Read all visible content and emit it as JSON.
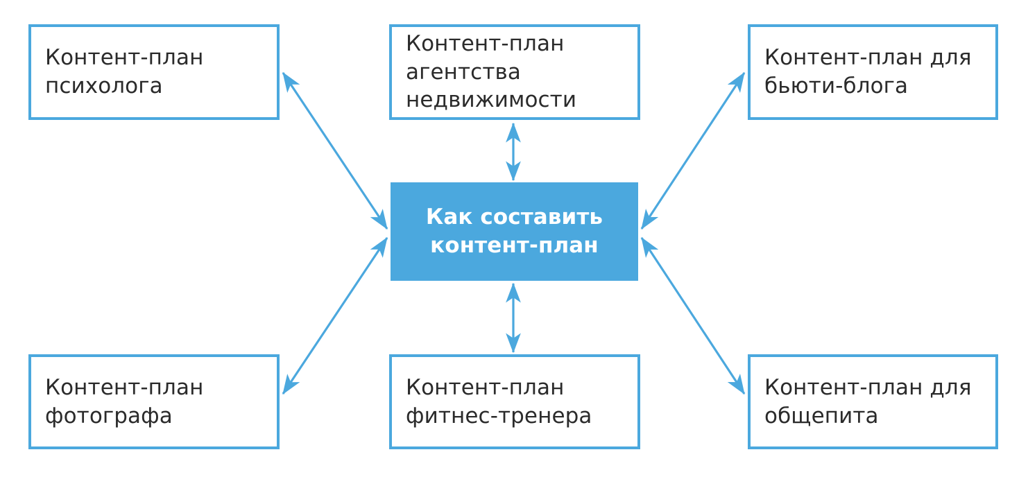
{
  "diagram": {
    "type": "hub-and-spoke",
    "title": "Как составить контент-план",
    "colors": {
      "accent": "#4BA8DE",
      "center_fill": "#4BA8DE",
      "center_text": "#ffffff",
      "node_border": "#4BA8DE",
      "node_fill": "#ffffff",
      "node_text": "#2b2b2b",
      "background": "#ffffff"
    },
    "center": {
      "id": "center",
      "label": "Как составить\nконтент-план"
    },
    "nodes": [
      {
        "id": "top-left",
        "label": "Контент-план\nпсихолога"
      },
      {
        "id": "top-center",
        "label": "Контент-план\nагентства\nнедвижимости"
      },
      {
        "id": "top-right",
        "label": "Контент-план для\nбьюти-блога"
      },
      {
        "id": "bottom-left",
        "label": "Контент-план\nфотографа"
      },
      {
        "id": "bottom-center",
        "label": "Контент-план\nфитнес-тренера"
      },
      {
        "id": "bottom-right",
        "label": "Контент-план для\nобщепита"
      }
    ],
    "connectors": [
      {
        "id": "conn-top-left",
        "from": "center",
        "to": "top-left",
        "style": "double-arrow"
      },
      {
        "id": "conn-top-center",
        "from": "center",
        "to": "top-center",
        "style": "double-arrow"
      },
      {
        "id": "conn-top-right",
        "from": "center",
        "to": "top-right",
        "style": "double-arrow"
      },
      {
        "id": "conn-bottom-left",
        "from": "center",
        "to": "bottom-left",
        "style": "double-arrow"
      },
      {
        "id": "conn-bottom-center",
        "from": "center",
        "to": "bottom-center",
        "style": "double-arrow"
      },
      {
        "id": "conn-bottom-right",
        "from": "center",
        "to": "bottom-right",
        "style": "double-arrow"
      }
    ]
  }
}
